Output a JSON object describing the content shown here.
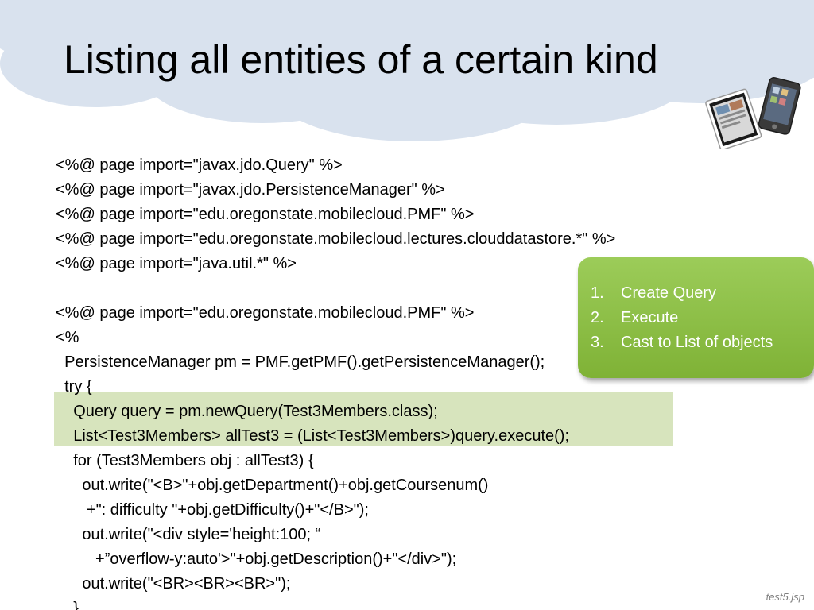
{
  "title": "Listing all entities of a certain kind",
  "code_lines": [
    "<%@ page import=\"javax.jdo.Query\" %>",
    "<%@ page import=\"javax.jdo.PersistenceManager\" %>",
    "<%@ page import=\"edu.oregonstate.mobilecloud.PMF\" %>",
    "<%@ page import=\"edu.oregonstate.mobilecloud.lectures.clouddatastore.*\" %>",
    "<%@ page import=\"java.util.*\" %>",
    "",
    "<%@ page import=\"edu.oregonstate.mobilecloud.PMF\" %>",
    "<%",
    "  PersistenceManager pm = PMF.getPMF().getPersistenceManager();",
    "  try {",
    "    Query query = pm.newQuery(Test3Members.class);",
    "    List<Test3Members> allTest3 = (List<Test3Members>)query.execute();",
    "    for (Test3Members obj : allTest3) {",
    "      out.write(\"<B>\"+obj.getDepartment()+obj.getCoursenum()",
    "       +\": difficulty \"+obj.getDifficulty()+\"</B>\");",
    "      out.write(\"<div style='height:100; “",
    "         +”overflow-y:auto'>\"+obj.getDescription()+\"</div>\");",
    "      out.write(\"<BR><BR><BR>\");",
    "    }"
  ],
  "callout": {
    "items": [
      {
        "num": "1.",
        "text": "Create Query"
      },
      {
        "num": "2.",
        "text": "Execute"
      },
      {
        "num": "3.",
        "text": "Cast to List of objects"
      }
    ]
  },
  "footer": "test5.jsp",
  "colors": {
    "cloud": "#d9e2ee",
    "highlight": "#d7e4bd",
    "callout": "#8dc045"
  }
}
